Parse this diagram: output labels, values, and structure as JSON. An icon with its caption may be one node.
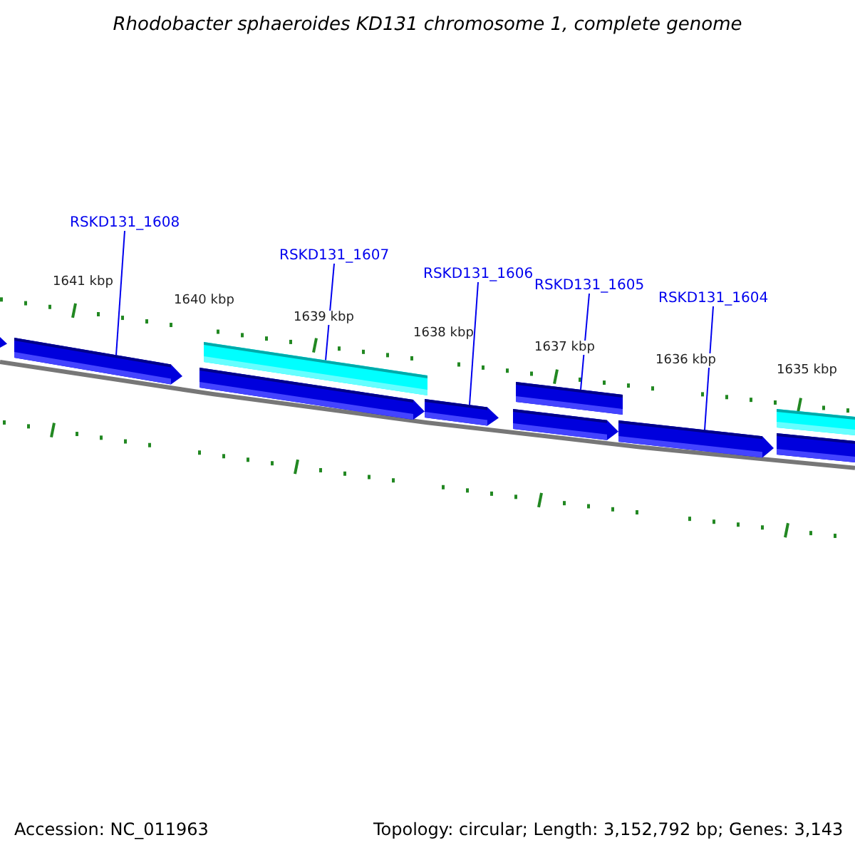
{
  "diagram": {
    "title": "Rhodobacter sphaeroides KD131 chromosome 1, complete genome",
    "nodes": [
      {
        "text": [
          "RSKD131_1608"
        ]
      },
      {
        "text": [
          "RSKD131_1607"
        ]
      },
      {
        "text": [
          "RSKD131_1606"
        ]
      },
      {
        "text": [
          "RSKD131_1605"
        ]
      },
      {
        "text": [
          "RSKD131_1604"
        ]
      },
      {
        "text": [],
        "shape": "arrow"
      },
      {
        "text": [],
        "shape": "arrow"
      },
      {
        "text": [],
        "shape": "bar"
      },
      {
        "text": [],
        "shape": "arrow"
      },
      {
        "text": [],
        "shape": "arrow"
      },
      {
        "text": [],
        "shape": "bar"
      },
      {
        "text": [],
        "shape": "arrow"
      },
      {
        "text": [],
        "shape": "arrow"
      },
      {
        "text": [],
        "shape": "bar"
      },
      {
        "text": [],
        "shape": "bar"
      }
    ],
    "edges": [
      {
        "from": 0,
        "to": 6,
        "arrow": "none"
      },
      {
        "from": 1,
        "to": 7,
        "arrow": "none"
      },
      {
        "from": 2,
        "to": 9,
        "arrow": "none"
      },
      {
        "from": 3,
        "to": 10,
        "arrow": "none"
      },
      {
        "from": 4,
        "to": 12,
        "arrow": "none"
      }
    ],
    "labels": [
      "1641 kbp",
      "1640 kbp",
      "1639 kbp",
      "1638 kbp",
      "1637 kbp",
      "1636 kbp",
      "1635 kbp",
      "Accession: NC_011963",
      "Topology: circular; Length: 3,152,792 bp; Genes: 3,143"
    ]
  }
}
